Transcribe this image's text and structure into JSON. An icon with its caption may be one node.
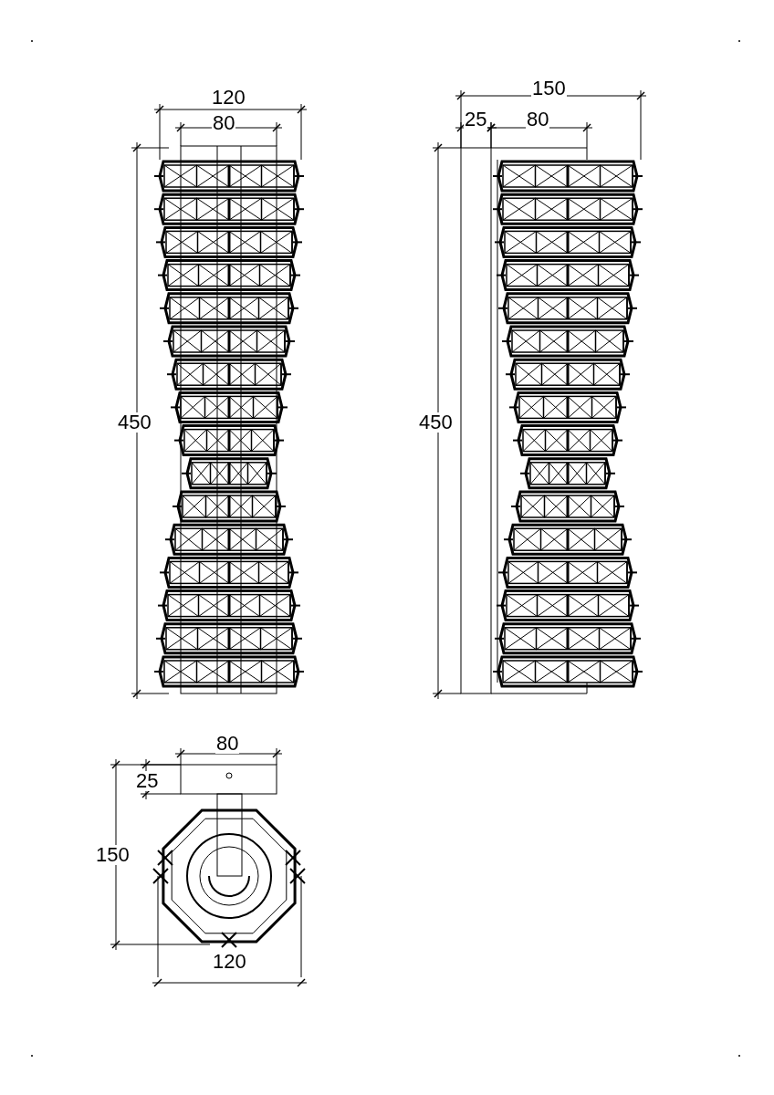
{
  "diagram": {
    "labels": [
      "120",
      "80",
      "150",
      "25",
      "80",
      "450",
      "450",
      "80",
      "25",
      "150",
      "120"
    ]
  }
}
